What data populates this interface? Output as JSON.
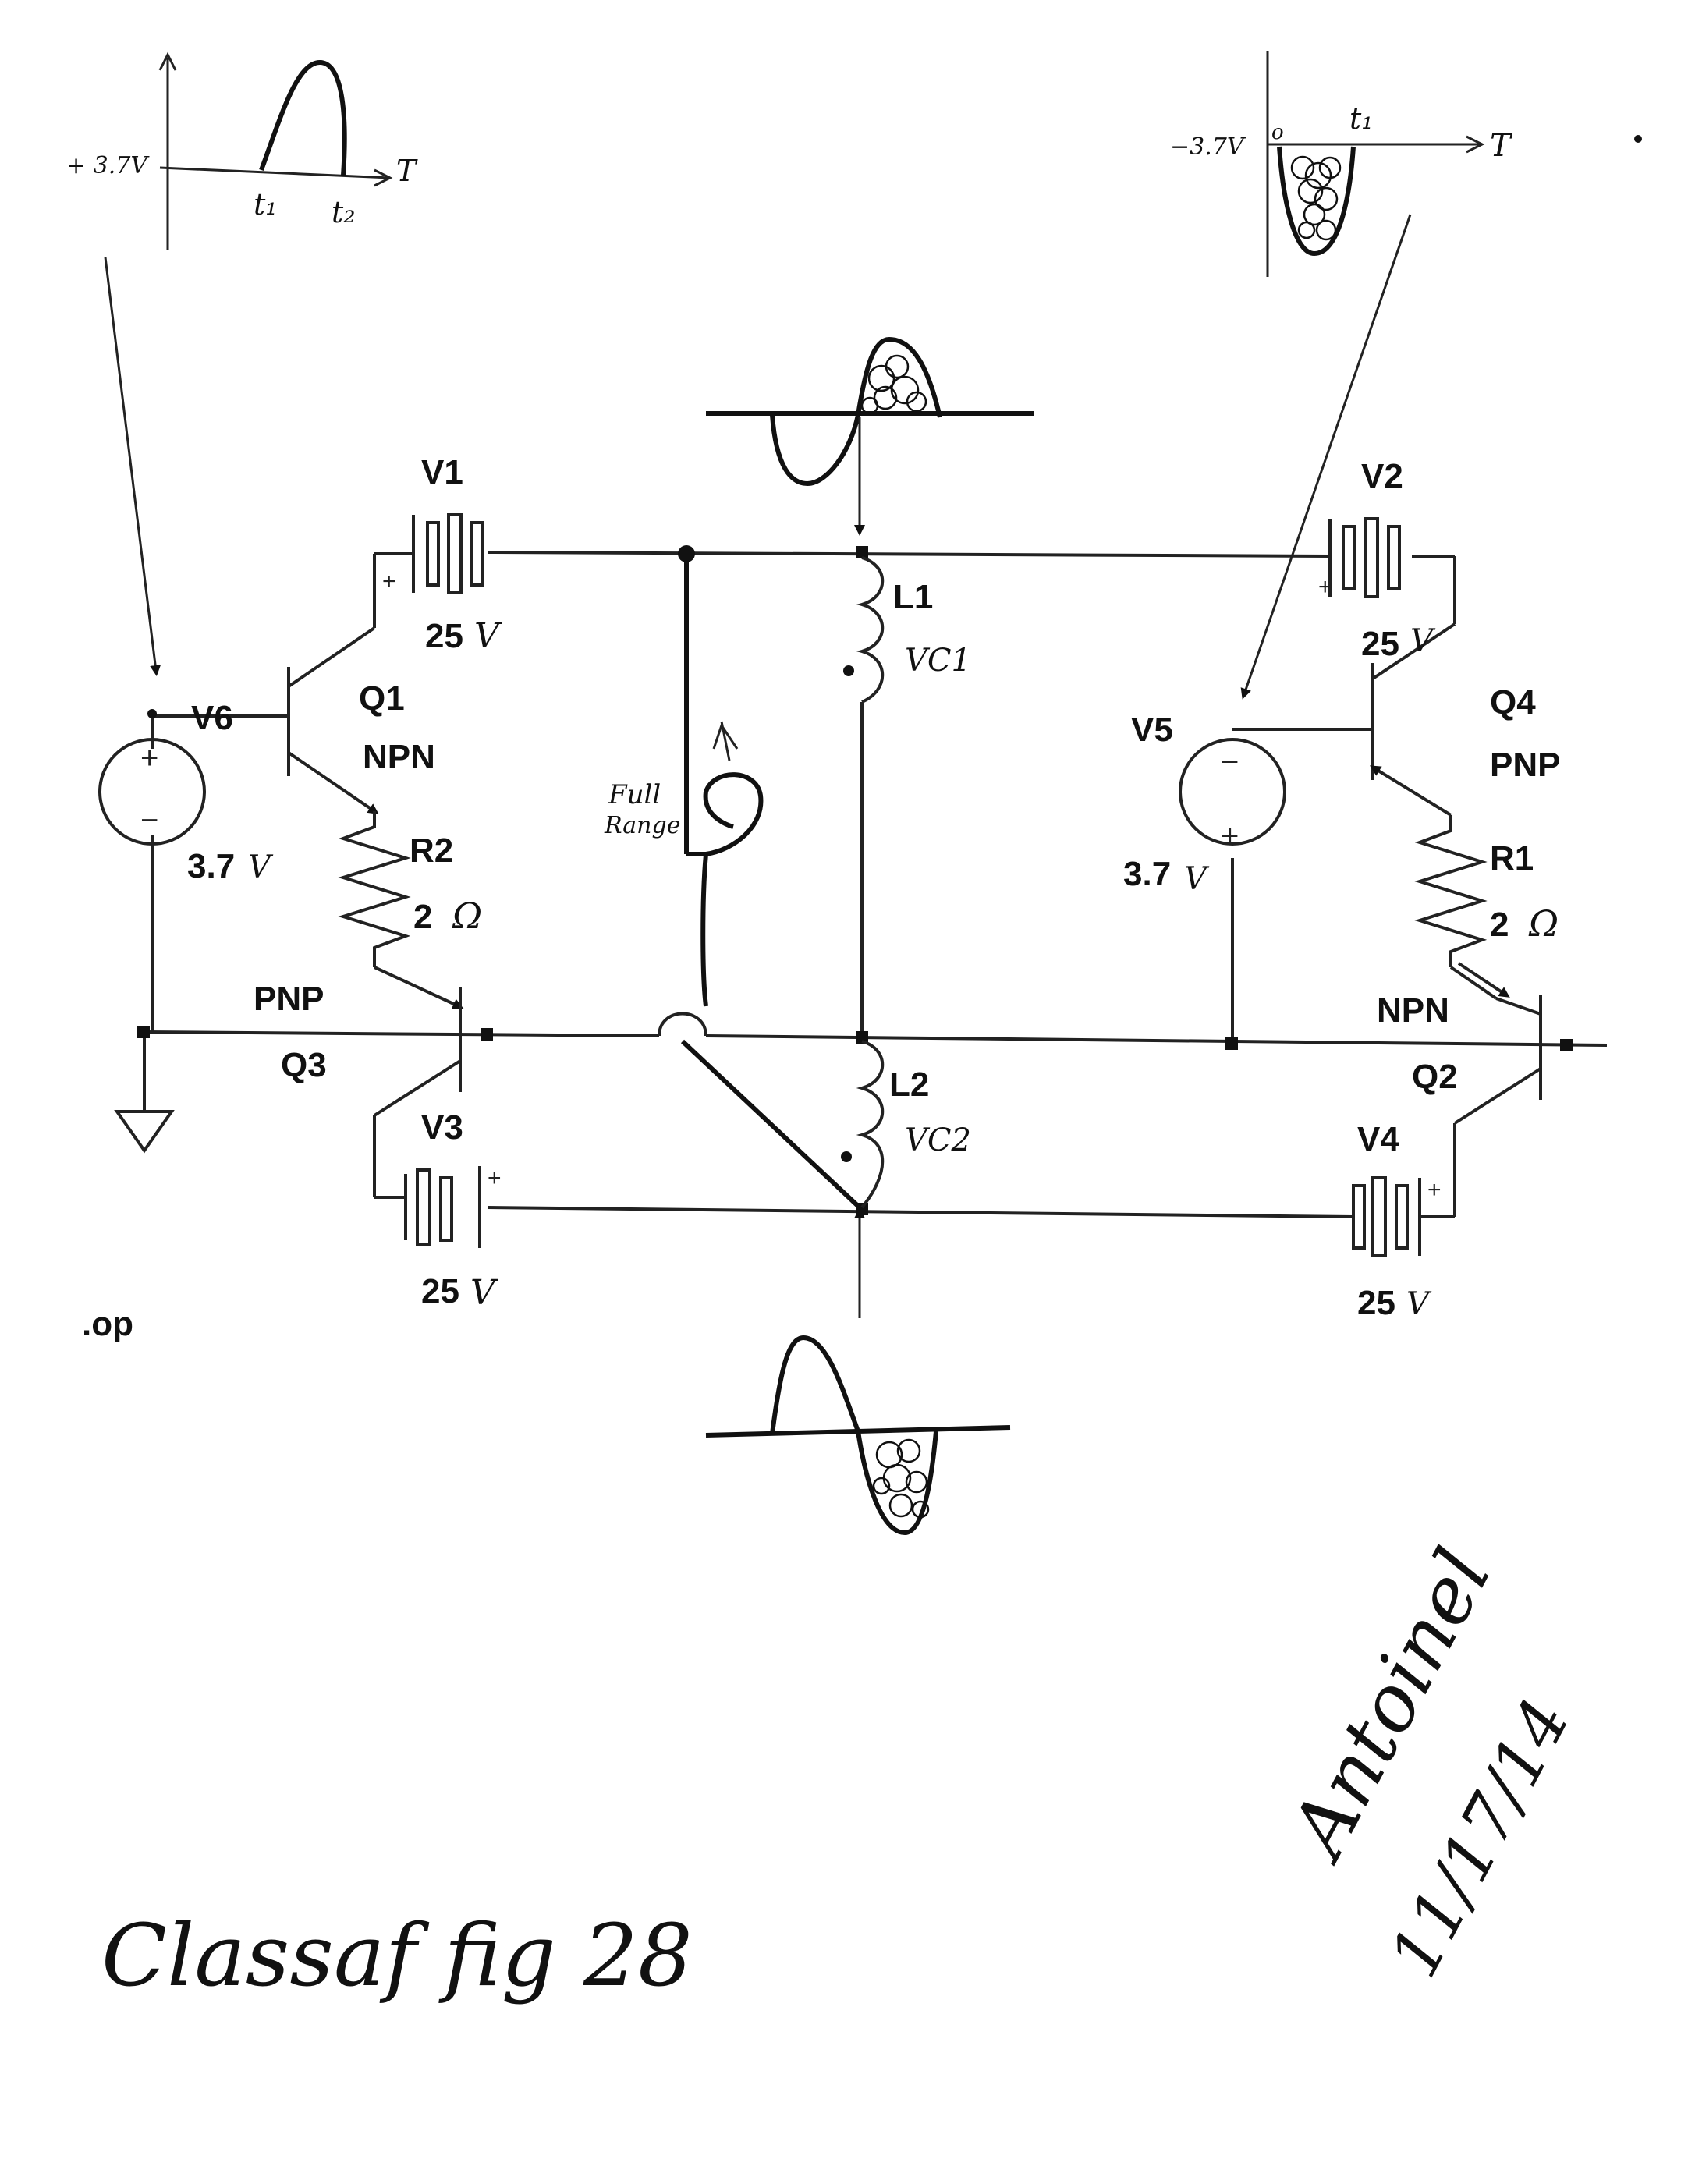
{
  "labels": {
    "v1": "V1",
    "v2": "V2",
    "v3": "V3",
    "v4": "V4",
    "v5": "V5",
    "v6": "V6",
    "q1": "Q1",
    "q2": "Q2",
    "q3": "Q3",
    "q4": "Q4",
    "npn": "NPN",
    "pnp": "PNP",
    "r1": "R1",
    "r2": "R2",
    "l1": "L1",
    "l2": "L2",
    "vc1": "VC1",
    "vc2": "VC2",
    "supply": "25",
    "bias": "3.7",
    "volt_unit": "V",
    "res_value": "2",
    "ohm": "Ω",
    "op": ".op",
    "plus": "+",
    "minus": "−"
  },
  "annotations": {
    "graph_left_level": "+ 3.7V",
    "graph_right_level": "−3.7V",
    "graph_origin": "o",
    "t1": "t₁",
    "t2": "t₂",
    "T": "T",
    "full_range_1": "Full",
    "full_range_2": "Range",
    "caption": "Classaf fig 28",
    "signature": "Antoinel",
    "date": "11/17/14"
  }
}
